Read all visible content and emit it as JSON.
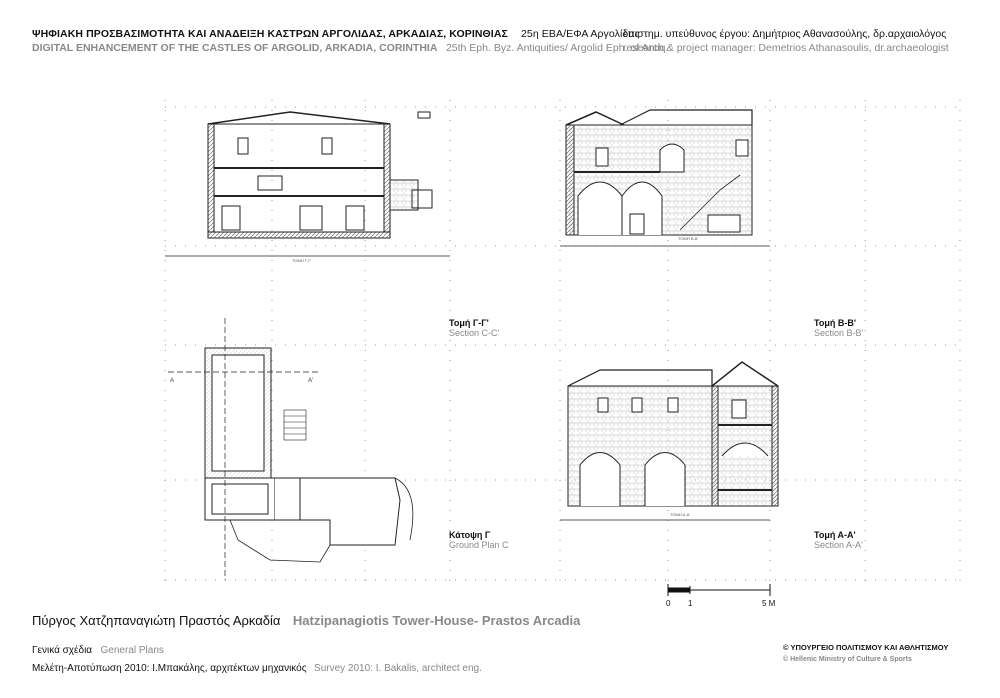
{
  "header": {
    "gr_title": "ΨΗΦΙΑΚΗ ΠΡΟΣΒΑΣΙΜΟΤΗΤΑ ΚΑΙ ΑΝΑΔΕΙΞΗ ΚΑΣΤΡΩΝ ΑΡΓΟΛΙΔΑΣ, ΑΡΚΑΔΙΑΣ, ΚΟΡΙΝΘΙΑΣ",
    "gr_agency": "25η ΕΒΑ/ΕΦΑ Αργολίδας",
    "en_title": "DIGITAL ENHANCEMENT OF THE CASTLES OF ARGOLID, ARKADIA, CORINTHIA",
    "en_agency": "25th Eph. Byz. Antiquities/ Argolid Eph. of Antiq.",
    "gr_manager": "επιστημ. υπεύθυνος έργου: Δημήτριος Αθανασούλης, δρ.αρχαιολόγος",
    "en_manager": "research & project manager: Demetrios Athanasoulis, dr.archaeologist"
  },
  "drawings": {
    "section_cc": {
      "gr": "Τομή Γ-Γ'",
      "en": "Section C-C'",
      "caption": "ΤΟΜΗ Γ-Γ'"
    },
    "section_bb": {
      "gr": "Τομή Β-Β'",
      "en": "Section B-B'",
      "caption": "ΤΟΜΗ Β-Β'"
    },
    "plan_c": {
      "gr": "Κάτοψη Γ",
      "en": "Ground Plan C"
    },
    "section_aa": {
      "gr": "Τομή Α-Α'",
      "en": "Section A-A'",
      "caption": "ΤΟΜΗ Α-Α'"
    },
    "plan_marks": {
      "a_left": "A",
      "a_right": "A'"
    }
  },
  "scale": {
    "zero": "0",
    "one": "1",
    "five": "5 M"
  },
  "footer": {
    "title_gr": "Πύργος Χατζηπαναγιώτη Πραστός Αρκαδία",
    "title_en": "Hatzipanagiotis Tower-House- Prastos Arcadia",
    "general_gr": "Γενικά σχέδια",
    "general_en": "General Plans",
    "survey_gr": "Μελέτη-Αποτύπωση 2010: Ι.Μπακάλης, αρχιτέκτων μηχανικός",
    "survey_en": "Survey 2010: I. Bakalis, architect eng.",
    "ministry_gr": "© ΥΠΟΥΡΓΕΙΟ ΠΟΛΙΤΙΣΜΟΥ ΚΑΙ ΑΘΛΗΤΙΣΜΟΥ",
    "ministry_en": "© Hellenic Ministry of Culture & Sports"
  }
}
